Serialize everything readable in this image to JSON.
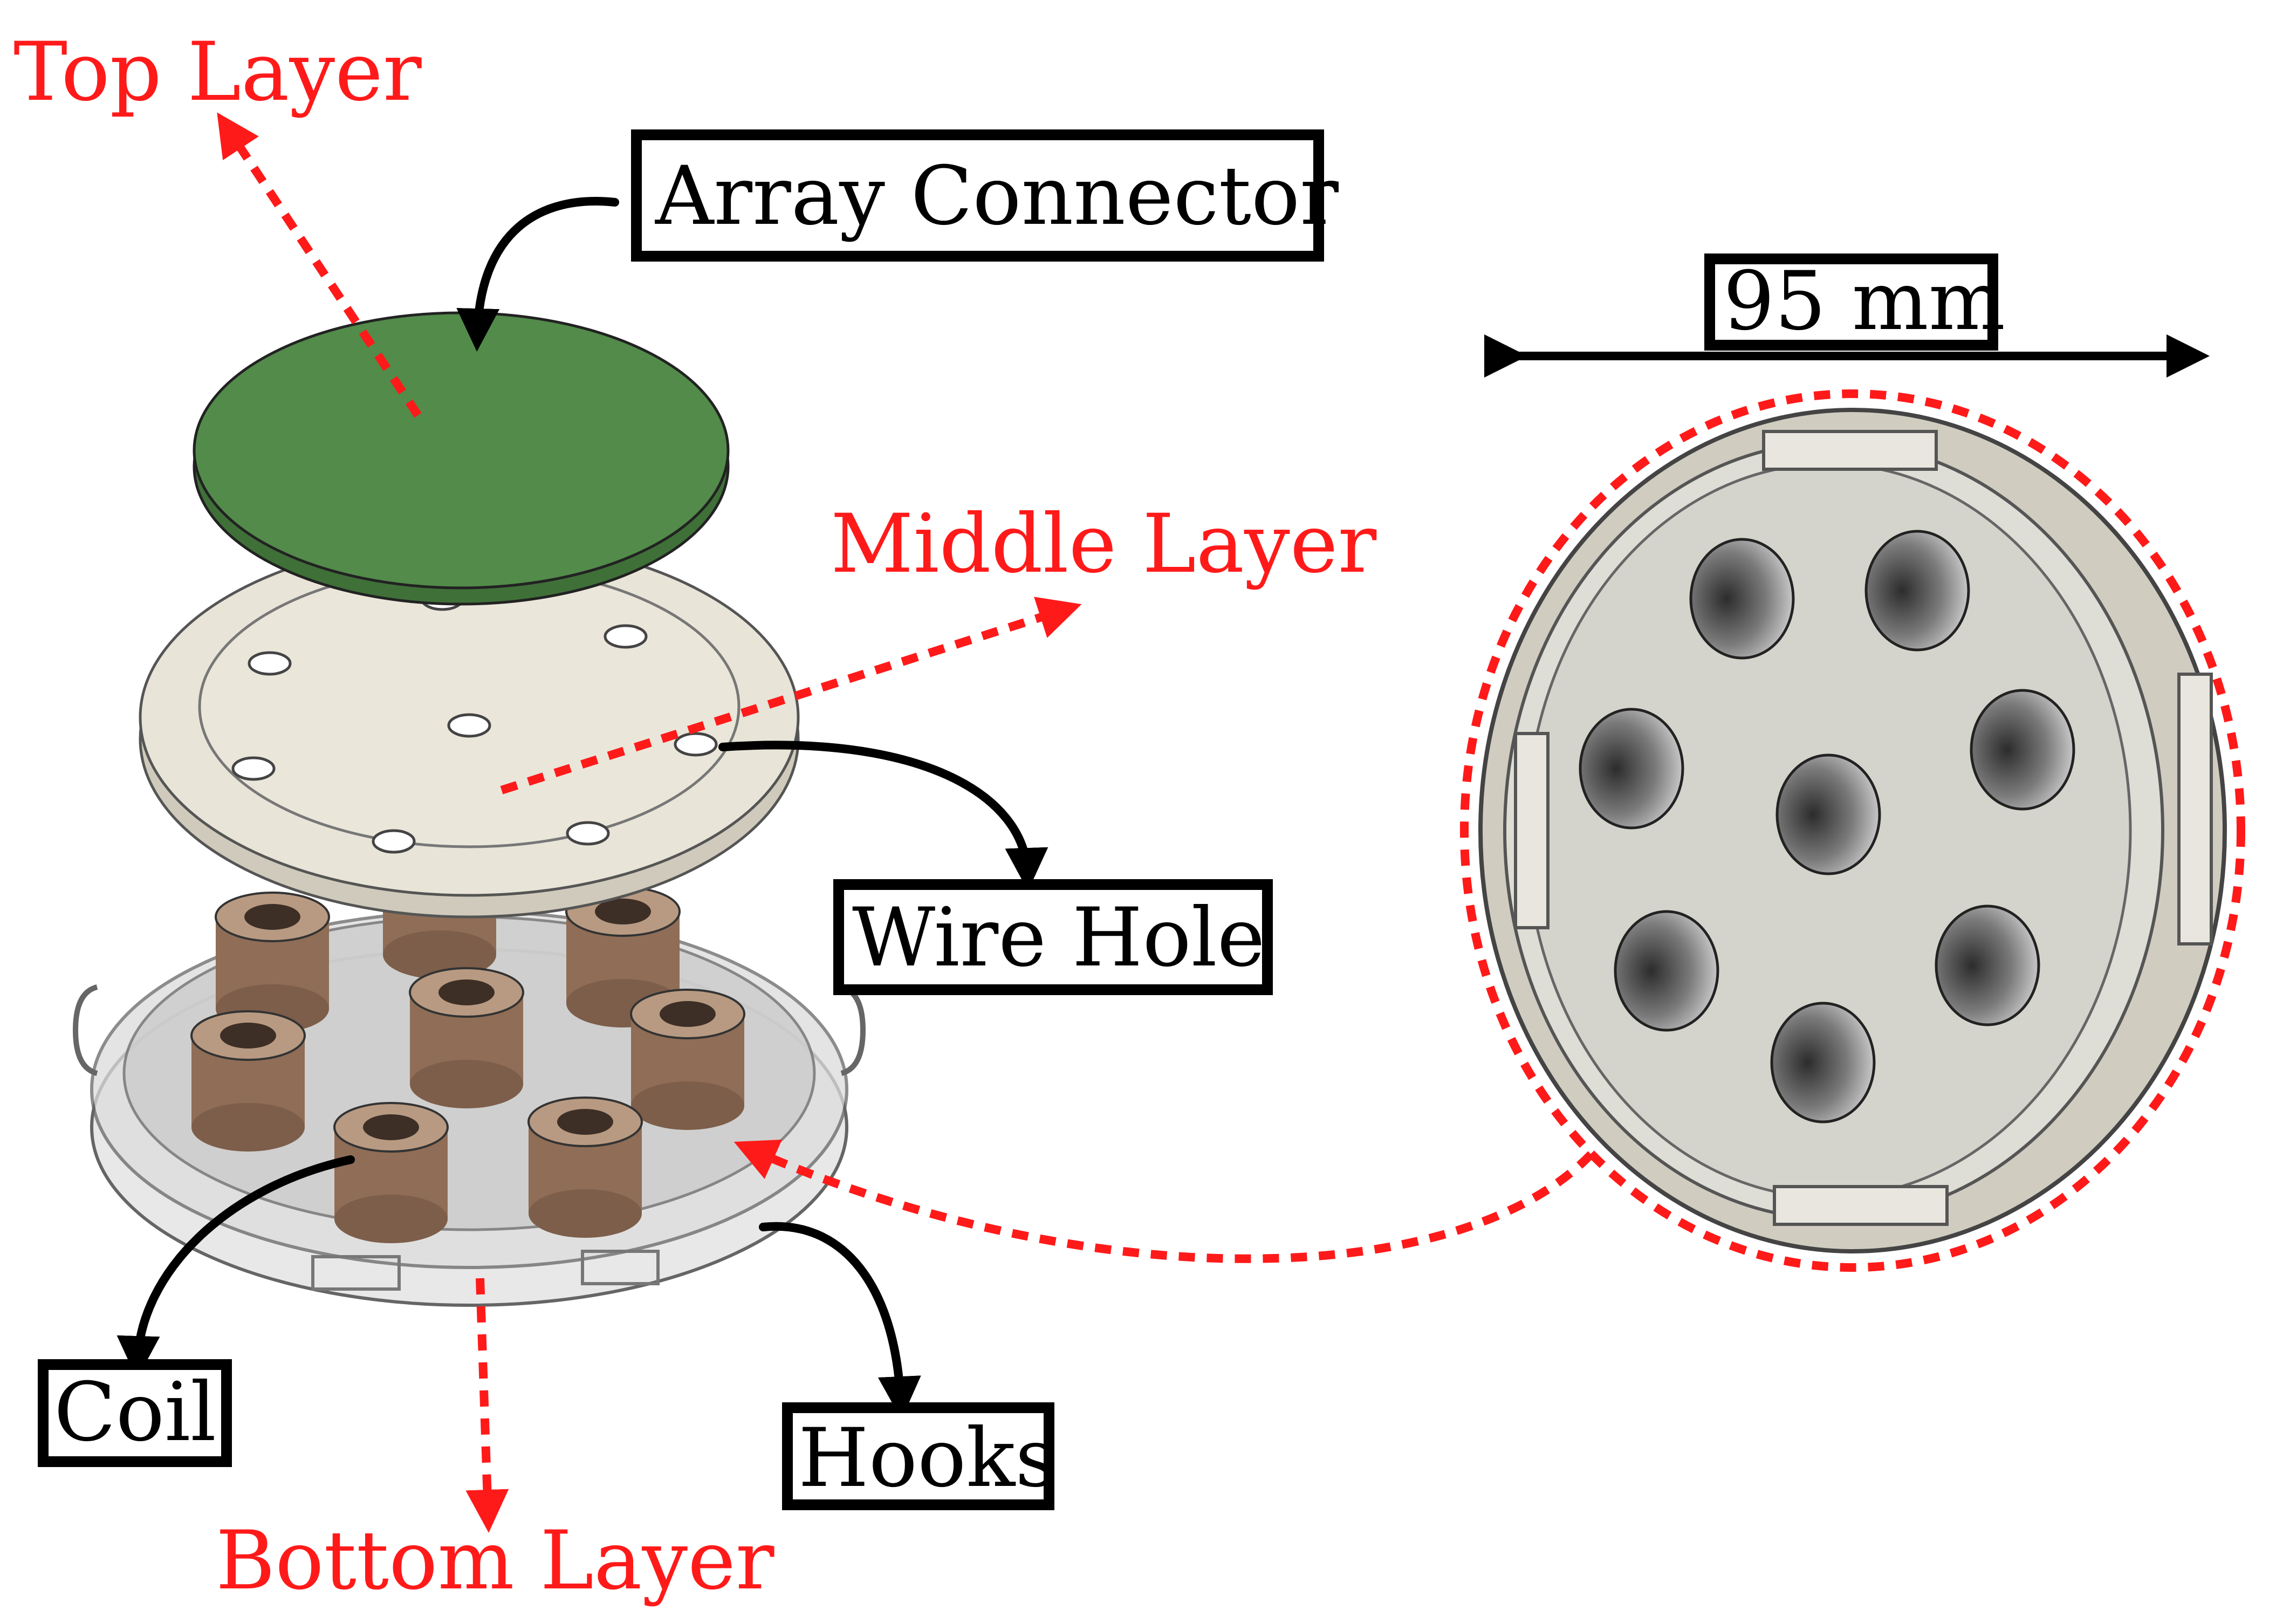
{
  "labels": {
    "top_layer": "Top Layer",
    "middle_layer": "Middle Layer",
    "bottom_layer": "Bottom Layer",
    "array_connector": "Array Connector",
    "wire_hole": "Wire Hole",
    "coil": "Coil",
    "hooks": "Hooks",
    "dimension": "95 mm"
  },
  "colors": {
    "annotation_red": "#ff1a1a",
    "annotation_black": "#000000",
    "pcb_green": "#528b4a",
    "layer_beige": "#e8e4d8",
    "coil_brown": "#9a7a62",
    "bottom_shell": "#c8c8c8"
  }
}
